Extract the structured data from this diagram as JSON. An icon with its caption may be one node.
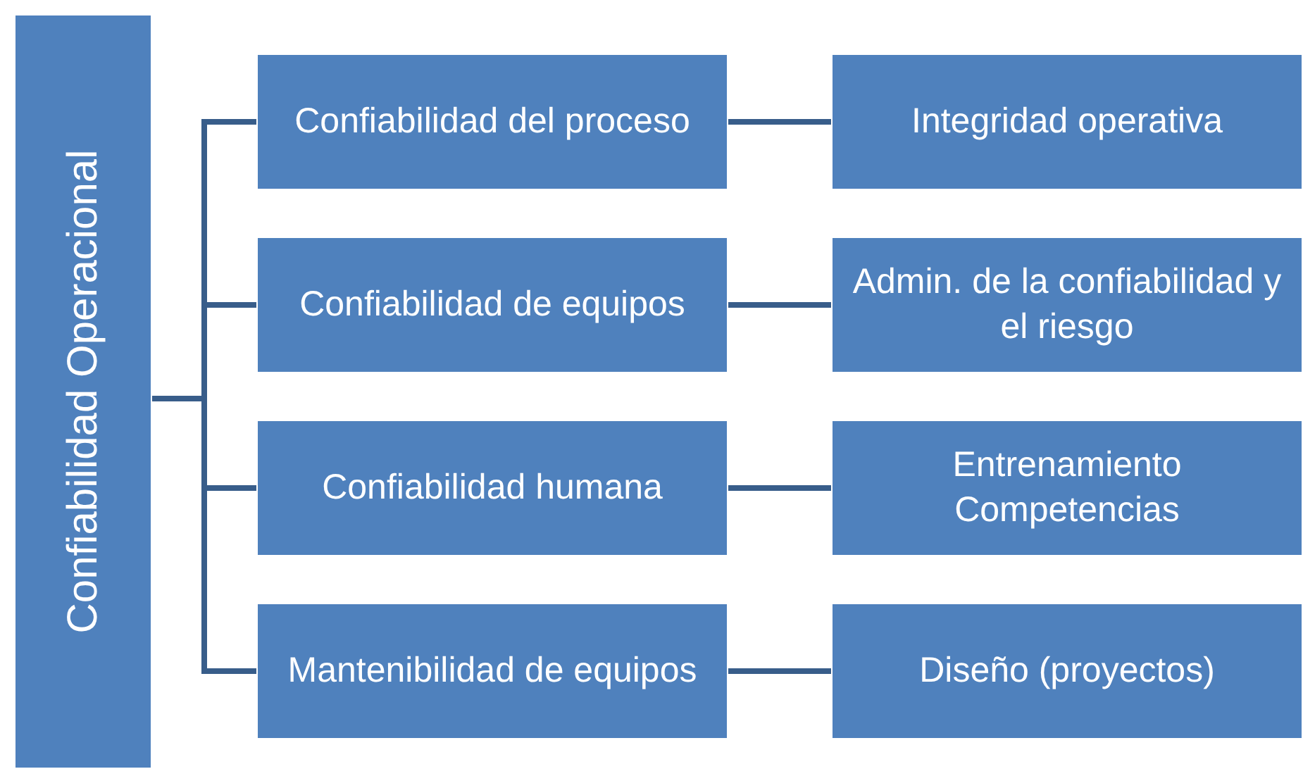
{
  "diagram": {
    "nodes": [
      {
        "text": [
          "Confiabilidad Operacional"
        ]
      },
      {
        "text": [
          "Confiabilidad del proceso"
        ]
      },
      {
        "text": [
          "Confiabilidad de equipos"
        ]
      },
      {
        "text": [
          "Confiabilidad humana"
        ]
      },
      {
        "text": [
          "Mantenibilidad de equipos"
        ]
      },
      {
        "text": [
          "Integridad operativa"
        ]
      },
      {
        "text": [
          "Admin. de la confiabilidad y el riesgo"
        ]
      },
      {
        "text": [
          "Entrenamiento",
          "Competencias"
        ]
      },
      {
        "text": [
          "Diseño (proyectos)"
        ]
      }
    ],
    "edges": [
      {
        "from": 0,
        "to": 1,
        "arrow": "none"
      },
      {
        "from": 0,
        "to": 2,
        "arrow": "none"
      },
      {
        "from": 0,
        "to": 3,
        "arrow": "none"
      },
      {
        "from": 0,
        "to": 4,
        "arrow": "none"
      },
      {
        "from": 1,
        "to": 5,
        "arrow": "none"
      },
      {
        "from": 2,
        "to": 6,
        "arrow": "none"
      },
      {
        "from": 3,
        "to": 7,
        "arrow": "none"
      },
      {
        "from": 4,
        "to": 8,
        "arrow": "none"
      }
    ]
  }
}
